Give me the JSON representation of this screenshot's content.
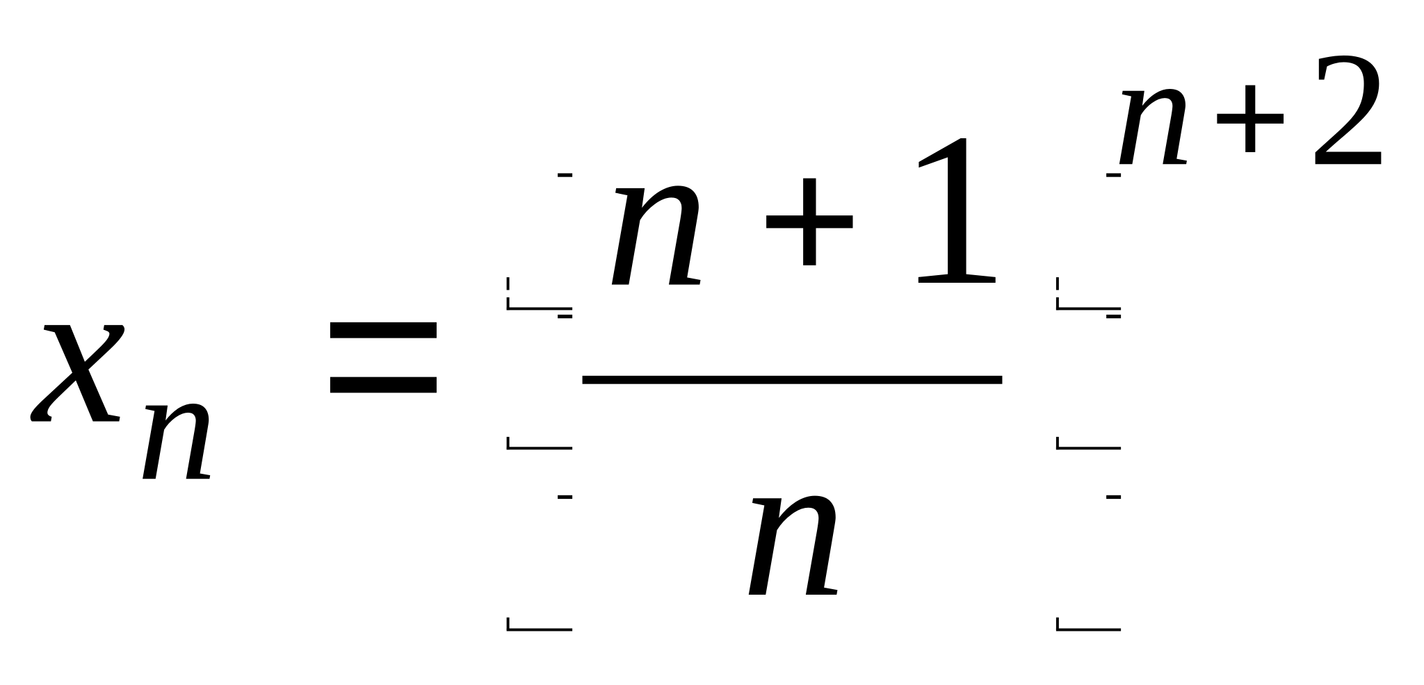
{
  "formula": {
    "lhs": {
      "variable": "x",
      "subscript": "n"
    },
    "equals": "=",
    "fraction": {
      "numerator": {
        "variable": "n",
        "operator": "+",
        "constant": "1"
      },
      "denominator": {
        "variable": "n"
      }
    },
    "exponent": {
      "variable": "n",
      "operator": "+",
      "constant": "2"
    }
  }
}
